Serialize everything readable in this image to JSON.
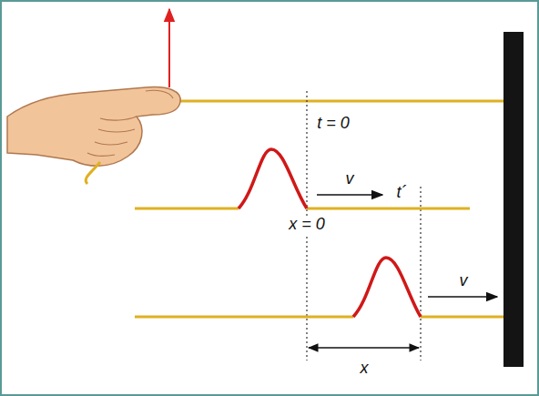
{
  "diagram": {
    "labels": [
      "t = 0",
      "v",
      "x = 0",
      "t´",
      "v",
      "x"
    ]
  }
}
